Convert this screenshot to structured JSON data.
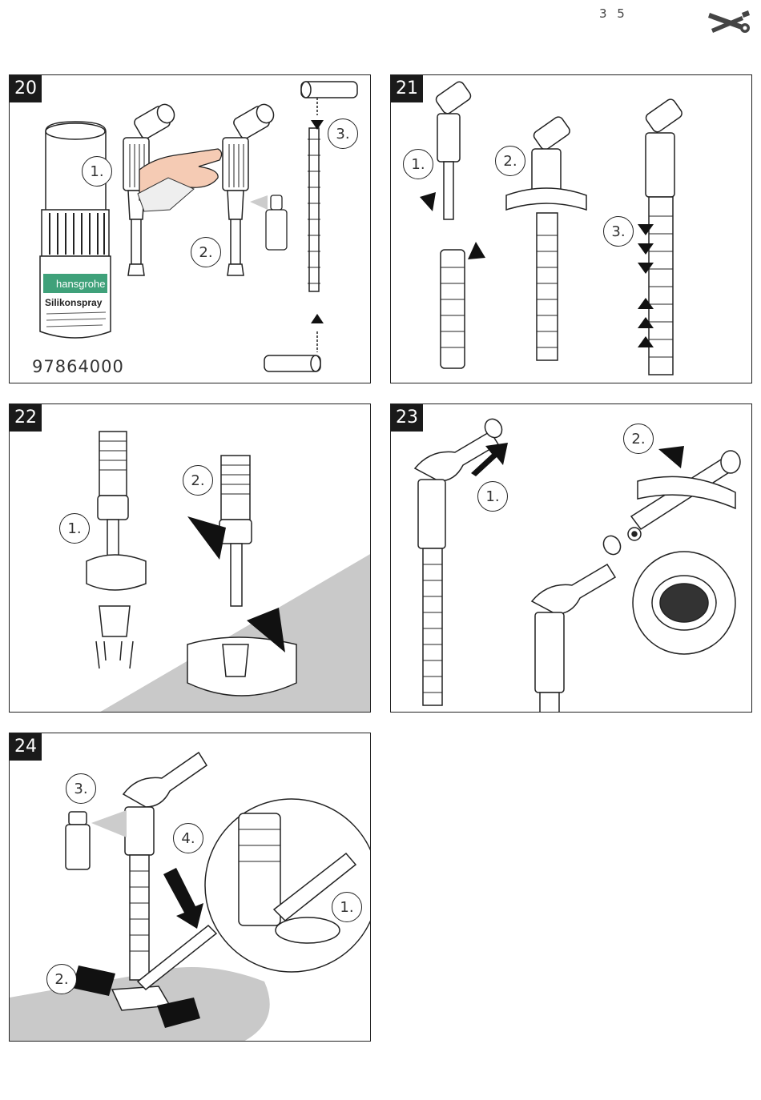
{
  "page": {
    "number": "3 5",
    "tools_icon": "wrench-screwdriver-icon"
  },
  "panels": [
    {
      "step": "20",
      "labels": [
        "1.",
        "2.",
        "3."
      ],
      "article_number": "97864000",
      "bottle": {
        "brand": "hansgrohe",
        "product": "Silikonspray"
      }
    },
    {
      "step": "21",
      "labels": [
        "1.",
        "2.",
        "3."
      ]
    },
    {
      "step": "22",
      "labels": [
        "1.",
        "2."
      ]
    },
    {
      "step": "23",
      "labels": [
        "1.",
        "2."
      ]
    },
    {
      "step": "24",
      "labels": [
        "1.",
        "2.",
        "3.",
        "4."
      ]
    }
  ],
  "colors": {
    "line": "#222222",
    "hand": "#f5cbb4",
    "label_green": "#3fa17a",
    "shade": "#b8b8b8",
    "floor": "#c9c9c9"
  }
}
